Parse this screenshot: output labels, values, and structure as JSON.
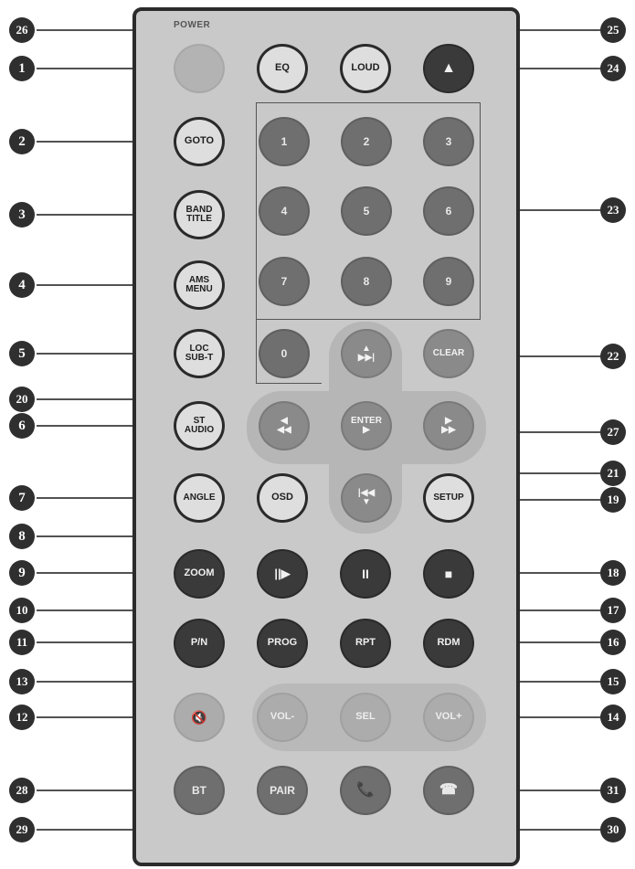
{
  "remote": {
    "power_label": "POWER",
    "buttons": {
      "power": "",
      "eq": "EQ",
      "loud": "LOUD",
      "eject": "▲",
      "goto": "GOTO",
      "band_title_1": "BAND",
      "band_title_2": "TITLE",
      "ams_menu_1": "AMS",
      "ams_menu_2": "MENU",
      "loc_subt_1": "LOC",
      "loc_subt_2": "SUB-T",
      "st_audio_1": "ST",
      "st_audio_2": "AUDIO",
      "angle": "ANGLE",
      "osd": "OSD",
      "num_1": "1",
      "num_2": "2",
      "num_3": "3",
      "num_4": "4",
      "num_5": "5",
      "num_6": "6",
      "num_7": "7",
      "num_8": "8",
      "num_9": "9",
      "num_0": "0",
      "clear": "CLEAR",
      "up_1": "▲",
      "up_2": "▶▶|",
      "left_1": "◀",
      "left_2": "◀◀",
      "enter_1": "ENTER",
      "enter_2": "▶",
      "right_1": "▶",
      "right_2": "▶▶",
      "down_1": "|◀◀",
      "down_2": "▼",
      "setup": "SETUP",
      "zoom": "ZOOM",
      "step": "||▶",
      "pause": "II",
      "stop": "■",
      "pn": "P/N",
      "prog": "PROG",
      "rpt": "RPT",
      "rdm": "RDM",
      "mute": "🔇",
      "vol_minus": "VOL-",
      "sel": "SEL",
      "vol_plus": "VOL+",
      "bt": "BT",
      "pair": "PAIR",
      "call": "📞",
      "hangup": "☎"
    }
  },
  "callouts": {
    "c1": "1",
    "c2": "2",
    "c3": "3",
    "c4": "4",
    "c5": "5",
    "c6": "6",
    "c7": "7",
    "c8": "8",
    "c9": "9",
    "c10": "10",
    "c11": "11",
    "c12": "12",
    "c13": "13",
    "c14": "14",
    "c15": "15",
    "c16": "16",
    "c17": "17",
    "c18": "18",
    "c19": "19",
    "c20": "20",
    "c21": "21",
    "c22": "22",
    "c23": "23",
    "c24": "24",
    "c25": "25",
    "c26": "26",
    "c27": "27",
    "c28": "28",
    "c29": "29",
    "c30": "30",
    "c31": "31"
  }
}
